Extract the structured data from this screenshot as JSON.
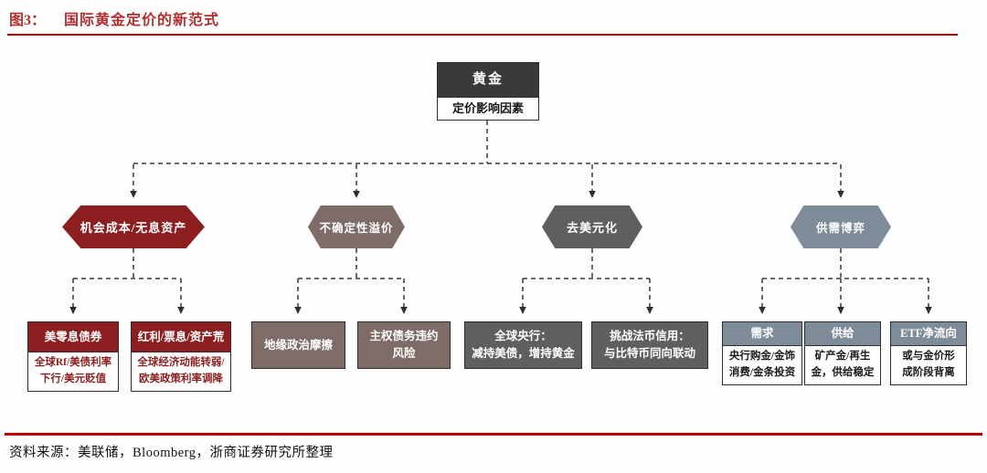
{
  "figure": {
    "label": "图3：",
    "title": "国际黄金定价的新范式",
    "title_color": "#B03030",
    "rule_color": "#C00000",
    "source": "资料来源：美联储，Bloomberg，浙商证券研究所整理"
  },
  "root": {
    "title": "黄金",
    "subtitle": "定价影响因素",
    "header_bg": "#3A3A3A"
  },
  "branches": [
    {
      "label": "机会成本/无息资产",
      "color": "#8B1E1E",
      "children": [
        {
          "header": "美零息债券",
          "body": "全球Rf/美债利率\n下行/美元贬值",
          "body_color": "#8B1E1E"
        },
        {
          "header": "红利/票息/资产荒",
          "body": "全球经济动能转弱/\n欧美政策利率调降",
          "body_color": "#8B1E1E"
        }
      ]
    },
    {
      "label": "不确定性溢价",
      "color": "#7D6C68",
      "children": [
        {
          "label": "地缘政治摩擦"
        },
        {
          "label": "主权债务违约\n风险"
        }
      ]
    },
    {
      "label": "去美元化",
      "color": "#5F5F5F",
      "children": [
        {
          "label": "全球央行：\n减持美债，增持黄金"
        },
        {
          "label": "挑战法币信用：\n与比特币同向联动"
        }
      ]
    },
    {
      "label": "供需博弈",
      "color": "#7E8C9A",
      "children": [
        {
          "header": "需求",
          "body": "央行购金/金饰\n消费/金条投资",
          "body_color": "#1A1A1A"
        },
        {
          "header": "供给",
          "body": "矿产金/再生\n金，供给稳定",
          "body_color": "#1A1A1A"
        },
        {
          "header": "ETF净流向",
          "body": "或与金价形\n成阶段背离",
          "body_color": "#1A1A1A"
        }
      ]
    }
  ]
}
